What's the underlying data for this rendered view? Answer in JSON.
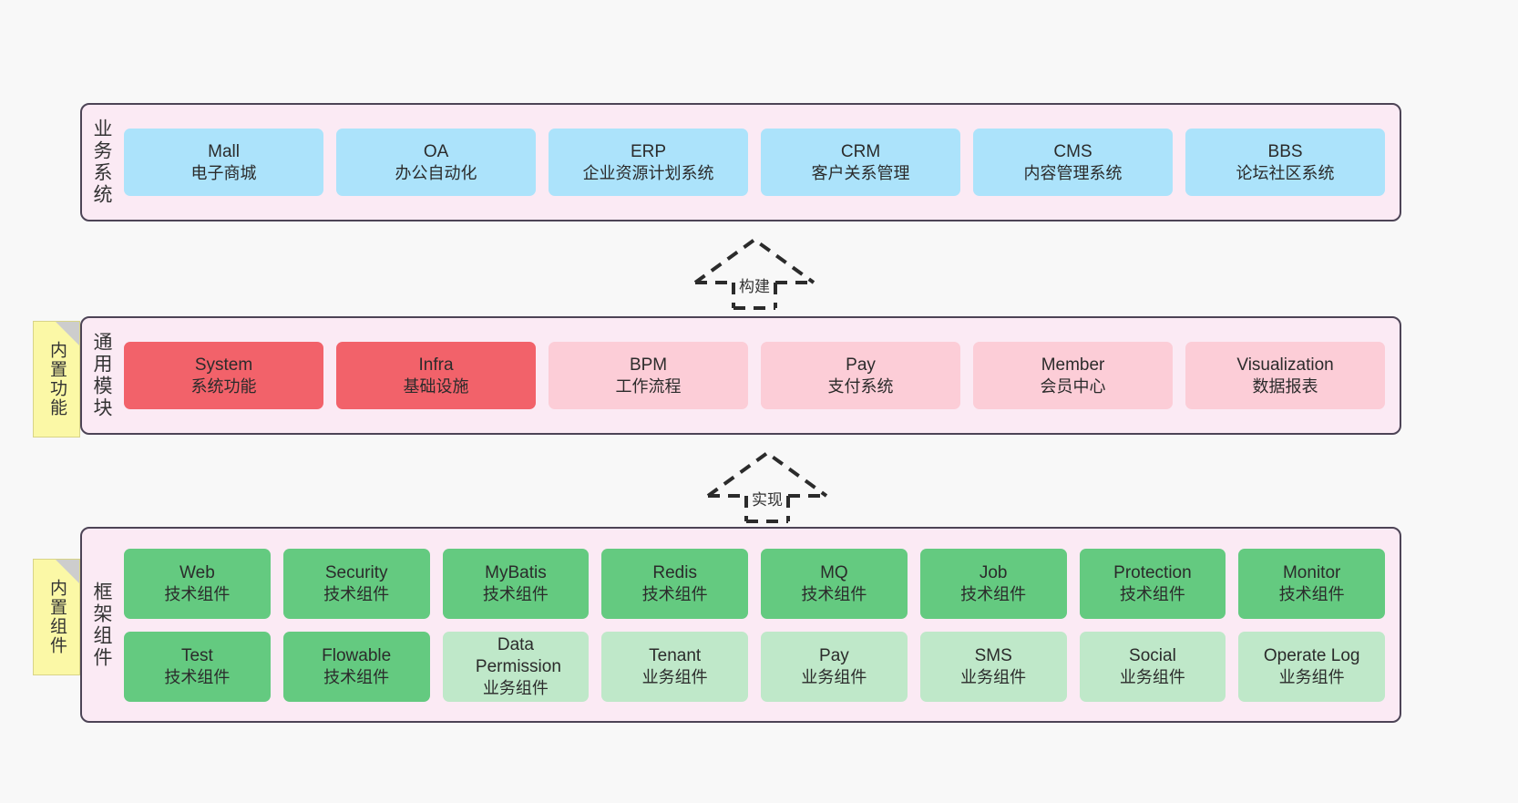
{
  "diagram": {
    "background": "#f8f8f8",
    "layers": [
      {
        "id": "business",
        "caption": "业务系统",
        "boxes": [
          {
            "en": "Mall",
            "cn": "电子商城",
            "color": "#ace3fb"
          },
          {
            "en": "OA",
            "cn": "办公自动化",
            "color": "#ace3fb"
          },
          {
            "en": "ERP",
            "cn": "企业资源计划系统",
            "color": "#ace3fb"
          },
          {
            "en": "CRM",
            "cn": "客户关系管理",
            "color": "#ace3fb"
          },
          {
            "en": "CMS",
            "cn": "内容管理系统",
            "color": "#ace3fb"
          },
          {
            "en": "BBS",
            "cn": "论坛社区系统",
            "color": "#ace3fb"
          }
        ]
      },
      {
        "id": "common-module",
        "caption": "通用模块",
        "note": "内置功能",
        "boxes": [
          {
            "en": "System",
            "cn": "系统功能",
            "color": "#f2626a"
          },
          {
            "en": "Infra",
            "cn": "基础设施",
            "color": "#f2626a"
          },
          {
            "en": "BPM",
            "cn": "工作流程",
            "color": "#fccdd7"
          },
          {
            "en": "Pay",
            "cn": "支付系统",
            "color": "#fccdd7"
          },
          {
            "en": "Member",
            "cn": "会员中心",
            "color": "#fccdd7"
          },
          {
            "en": "Visualization",
            "cn": "数据报表",
            "color": "#fccdd7"
          }
        ]
      },
      {
        "id": "framework-component",
        "caption": "框架组件",
        "note": "内置组件",
        "rows": [
          [
            {
              "en": "Web",
              "cn": "技术组件",
              "color": "#64ca80"
            },
            {
              "en": "Security",
              "cn": "技术组件",
              "color": "#64ca80"
            },
            {
              "en": "MyBatis",
              "cn": "技术组件",
              "color": "#64ca80"
            },
            {
              "en": "Redis",
              "cn": "技术组件",
              "color": "#64ca80"
            },
            {
              "en": "MQ",
              "cn": "技术组件",
              "color": "#64ca80"
            },
            {
              "en": "Job",
              "cn": "技术组件",
              "color": "#64ca80"
            },
            {
              "en": "Protection",
              "cn": "技术组件",
              "color": "#64ca80"
            },
            {
              "en": "Monitor",
              "cn": "技术组件",
              "color": "#64ca80"
            }
          ],
          [
            {
              "en": "Test",
              "cn": "技术组件",
              "color": "#64ca80"
            },
            {
              "en": "Flowable",
              "cn": "技术组件",
              "color": "#64ca80"
            },
            {
              "en": "Data Permission",
              "cn": "业务组件",
              "color": "#bfe8c9"
            },
            {
              "en": "Tenant",
              "cn": "业务组件",
              "color": "#bfe8c9"
            },
            {
              "en": "Pay",
              "cn": "业务组件",
              "color": "#bfe8c9"
            },
            {
              "en": "SMS",
              "cn": "业务组件",
              "color": "#bfe8c9"
            },
            {
              "en": "Social",
              "cn": "业务组件",
              "color": "#bfe8c9"
            },
            {
              "en": "Operate Log",
              "cn": "业务组件",
              "color": "#bfe8c9"
            }
          ]
        ]
      }
    ],
    "arrows": [
      {
        "id": "build",
        "label": "构建"
      },
      {
        "id": "implement",
        "label": "实现"
      }
    ]
  }
}
